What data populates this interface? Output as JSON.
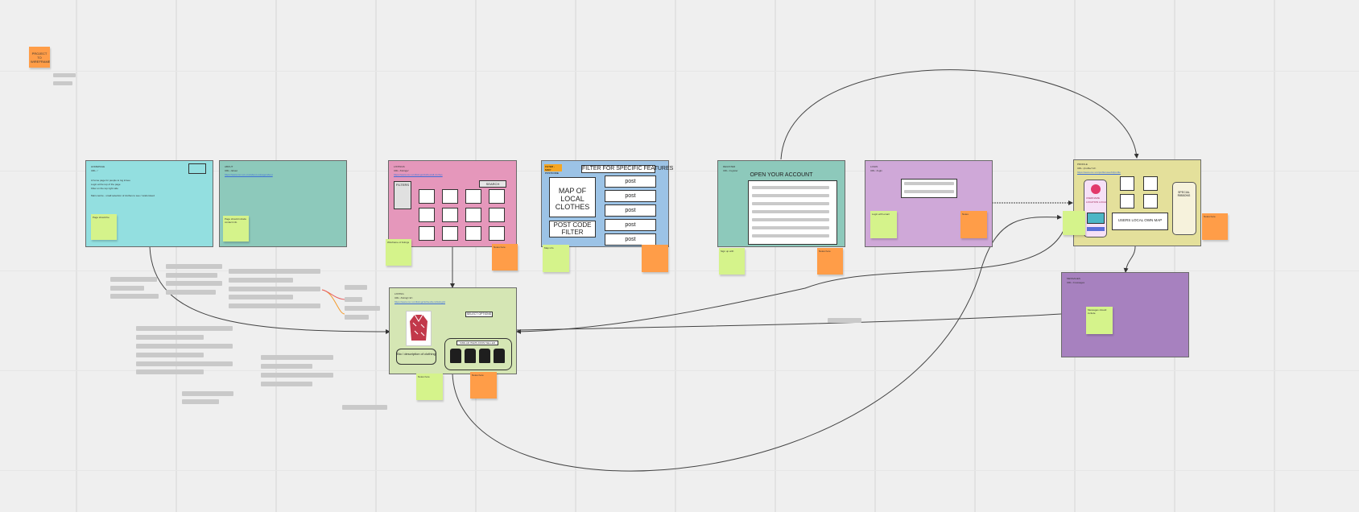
{
  "board": {
    "project_note": "PROJECT TO WIREFRAME",
    "colors": {
      "canvas": "#efefef",
      "teal": "#93dfe0",
      "teal_dark": "#8dc9bb",
      "pink": "#e597bb",
      "blue": "#9cc3e6",
      "green_frame": "#d5e6b4",
      "lavender": "#cfa8d8",
      "yellow": "#e4e09b",
      "purple": "#a781bf",
      "sticky_green": "#d5f38b",
      "sticky_orange": "#ff9d48"
    }
  },
  "frames": {
    "homepage": {
      "title": "HOMEPAGE",
      "sub": "URL: /",
      "notes": [
        "A home page for people to log in/see",
        "Login at the top of the page",
        "Filter on the top right side",
        "Main centre - small selection of clothes to see / randomised"
      ],
      "sticky": "Page should be"
    },
    "about": {
      "title": "ABOUT",
      "sub": "URL: /about",
      "link": "https://www.xxx.xxx.xxx/about-us/page/about",
      "sticky": "Page should include contact info"
    },
    "listings": {
      "title": "LISTINGS",
      "sub": "URL: /listings/",
      "link": "https://www.xxx.xxx/listings/clothes/all-clothes",
      "filter_label": "FILTERS",
      "search_label": "SEARCH",
      "sticky_green": "Wireframe of listings",
      "sticky_orange": "Notes here"
    },
    "filter": {
      "tag": "FILTER - MAP/ POSTCODE",
      "header": "FILTER FOR SPECIFIC FEATURES",
      "map_label": "MAP OF LOCAL CLOTHES",
      "postcode_label": "POST CODE FILTER",
      "options": [
        "post",
        "post",
        "post",
        "post",
        "post"
      ],
      "sticky_green": "Map info"
    },
    "register": {
      "title": "REGISTER",
      "sub": "URL: /register",
      "header": "OPEN YOUR ACCOUNT",
      "sticky_green": "Sign up with",
      "sticky_orange": "Notes here"
    },
    "login": {
      "title": "LOGIN",
      "sub": "URL: /login",
      "sticky_green": "Login with email",
      "sticky_orange": "Notes"
    },
    "profile": {
      "title": "PROFILE",
      "sub": "URL: /profile/<id>",
      "link": "https://www.xxx.xxx/profile/user/id/profile",
      "user_label": "USERNAME",
      "user_location": "LOCATION LOCAL",
      "map_label": "USERS LOCAL OWN MAP",
      "side_label": "SPECIAL RIBBONS",
      "sticky_orange": "Notes here"
    },
    "listing_detail": {
      "title": "LISTING",
      "sub": "URL: /listing/<id>",
      "link": "https://www.xxx.xxx/listing/clothes/item/listing/id",
      "desc_label": "SELECT OPTIONS",
      "bottom_label": "Bio / description of clothing",
      "similar_label": "SIMILAR ITEMS FROM SELLER",
      "sticky_green": "Notes here",
      "sticky_orange": "Notes here"
    },
    "messages": {
      "title": "MESSAGES",
      "sub": "URL: /messages",
      "sticky_green": "Messages should include"
    }
  }
}
